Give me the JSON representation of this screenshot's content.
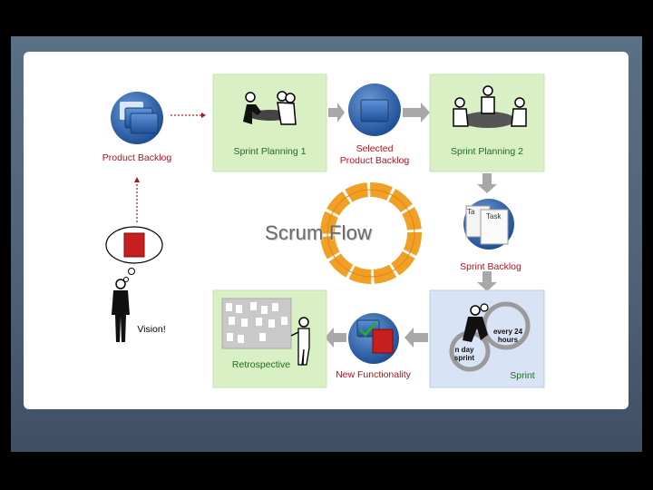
{
  "diagram": {
    "title": "Scrum  Flow",
    "nodes": {
      "product_backlog": "Product Backlog",
      "sprint_planning_1": "Sprint Planning 1",
      "selected_backlog_line1": "Selected",
      "selected_backlog_line2": "Product Backlog",
      "sprint_planning_2": "Sprint Planning 2",
      "sprint_backlog": "Sprint Backlog",
      "sprint": "Sprint",
      "new_functionality": "New Functionality",
      "retrospective": "Retrospective",
      "vision": "Vision!"
    },
    "sprint_details": {
      "cycle_line1": "every 24",
      "cycle_line2": "hours",
      "length_line1": "n day",
      "length_line2": "sprint"
    },
    "task_cards": {
      "front": "Task",
      "back": "Ta"
    },
    "colors": {
      "label_red": "#b0141e",
      "label_green": "#1d6e1d",
      "box_green": "#d8f0c4",
      "box_blue": "#d8e4f6",
      "arrow_gray": "#a8a8a8",
      "cycle_orange": "#f2a025"
    }
  }
}
